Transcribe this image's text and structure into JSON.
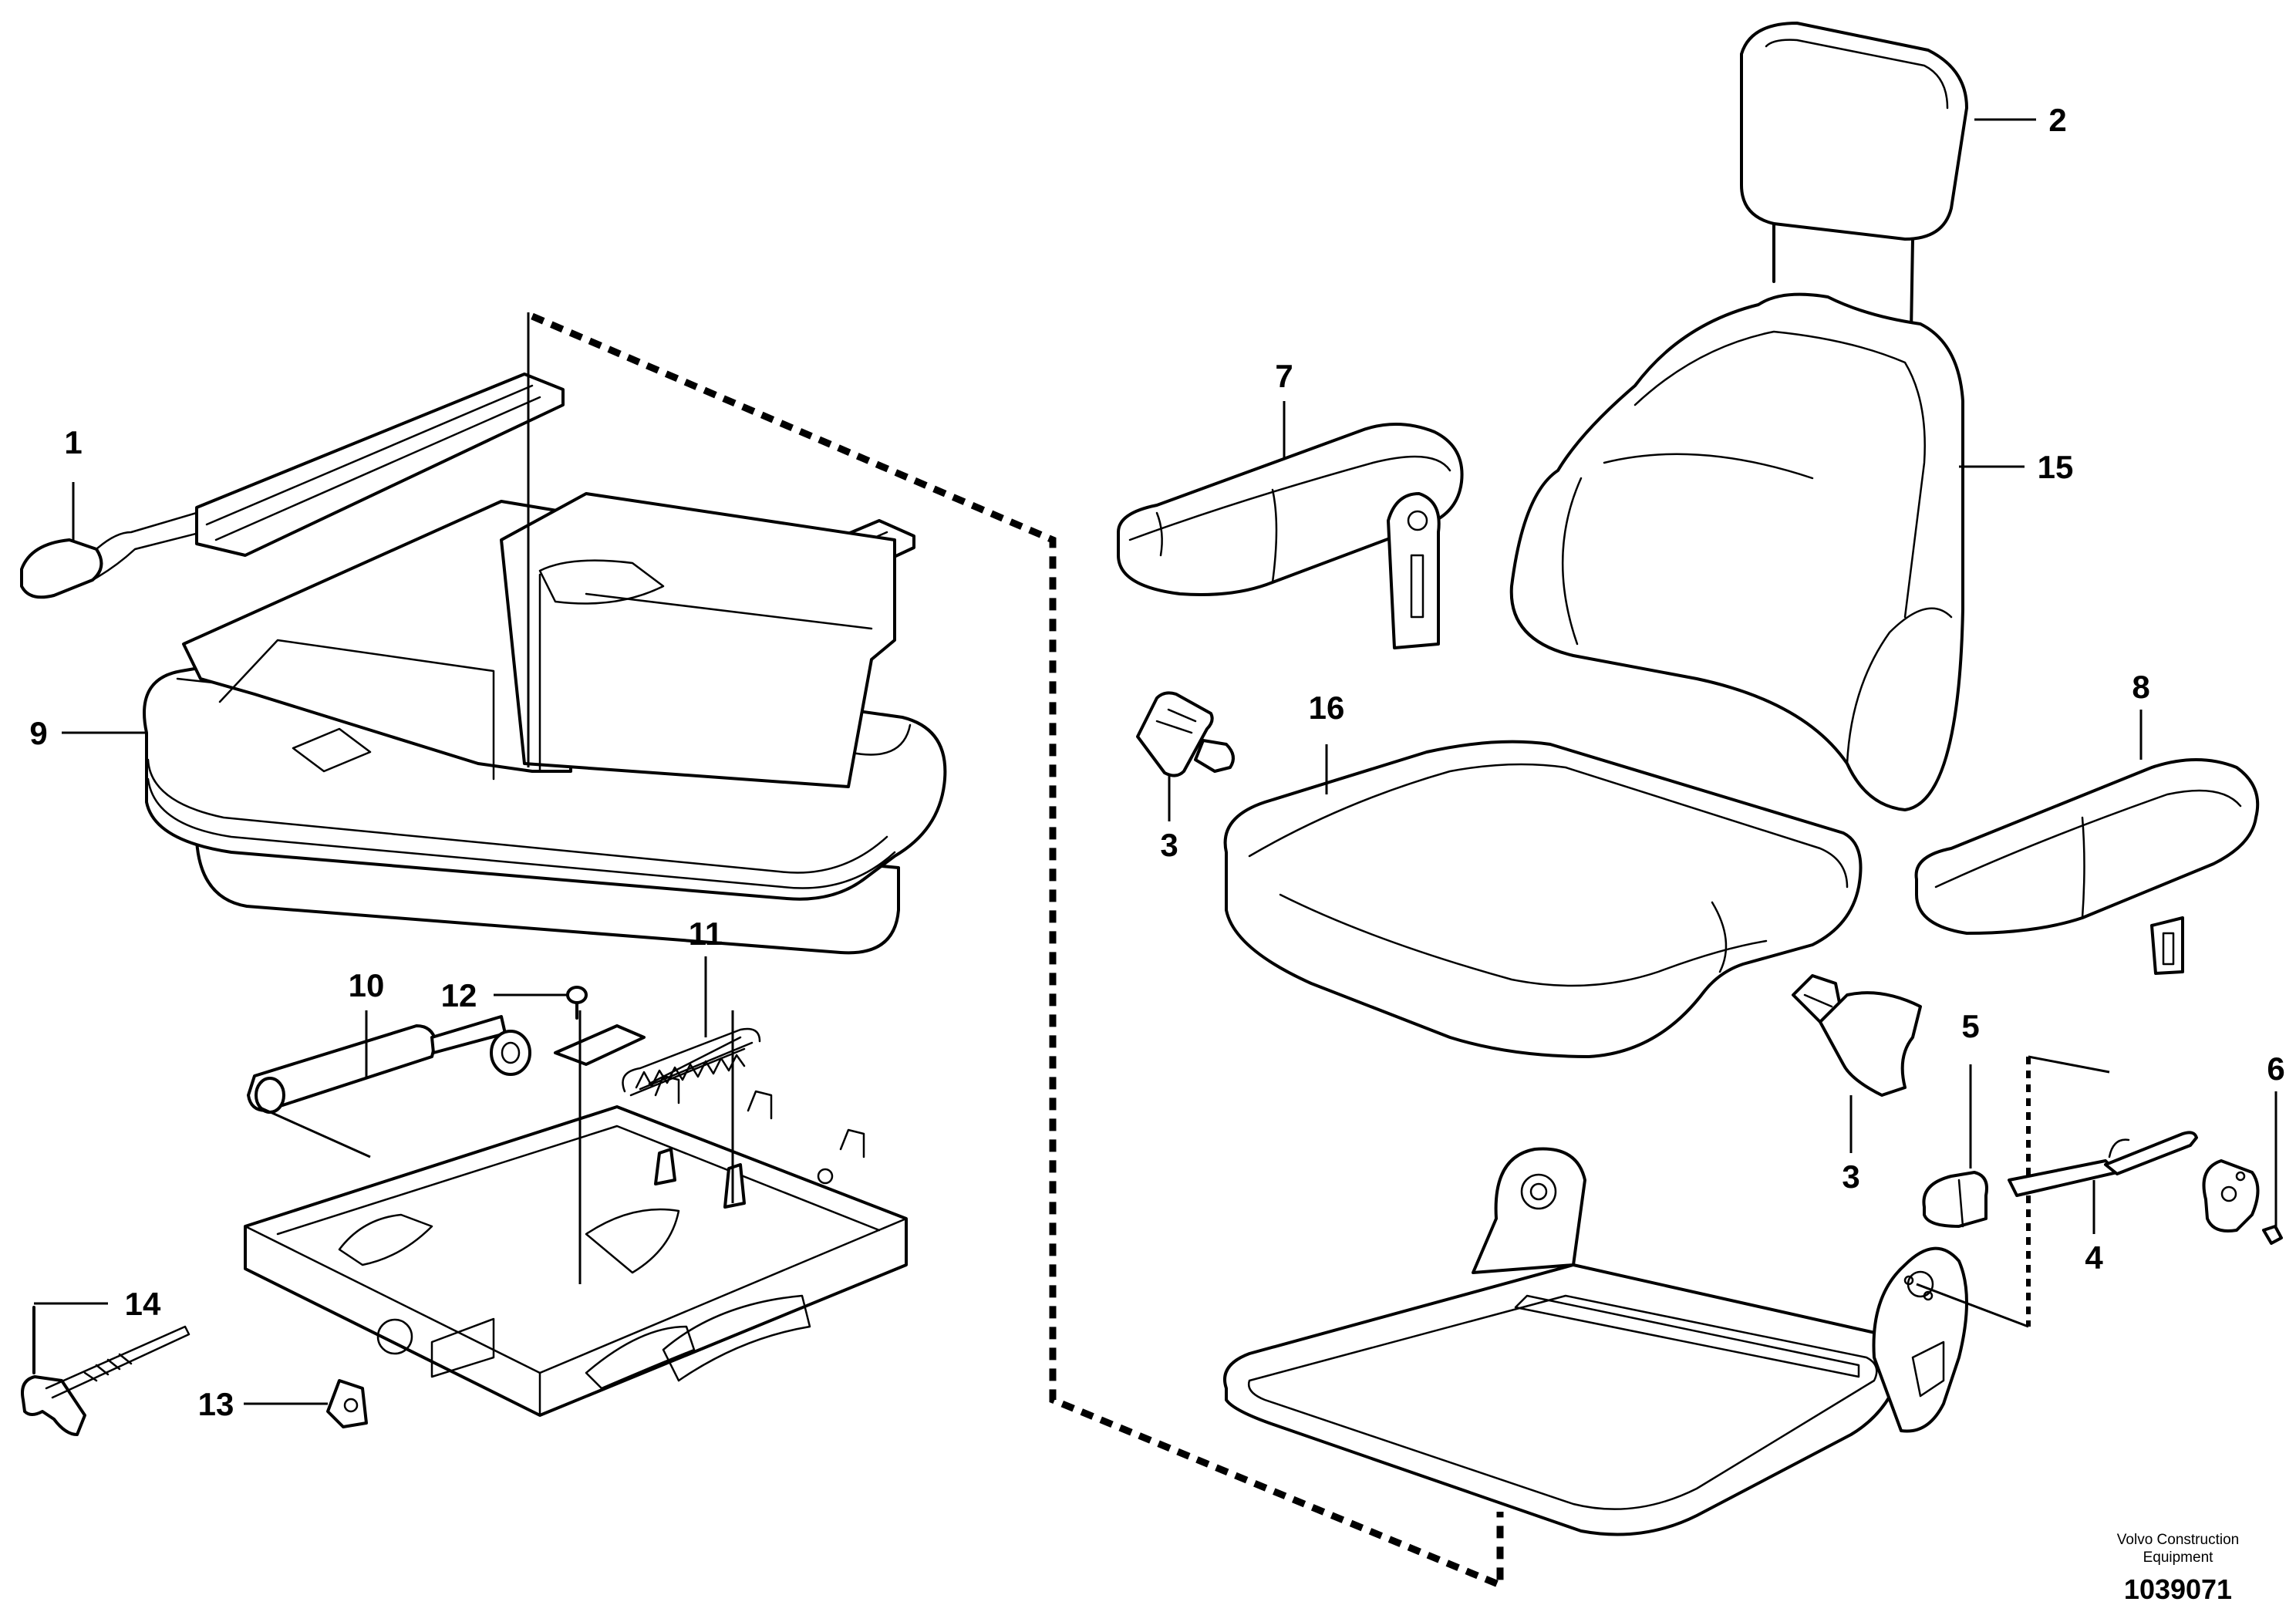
{
  "diagram": {
    "callouts": {
      "c1": "1",
      "c2": "2",
      "c3a": "3",
      "c3b": "3",
      "c4": "4",
      "c5": "5",
      "c6": "6",
      "c7": "7",
      "c8": "8",
      "c9": "9",
      "c10": "10",
      "c11": "11",
      "c12": "12",
      "c13": "13",
      "c14": "14",
      "c15": "15",
      "c16": "16"
    }
  },
  "footer": {
    "brand_line1": "Volvo Construction",
    "brand_line2": "Equipment",
    "document_number": "1039071"
  }
}
